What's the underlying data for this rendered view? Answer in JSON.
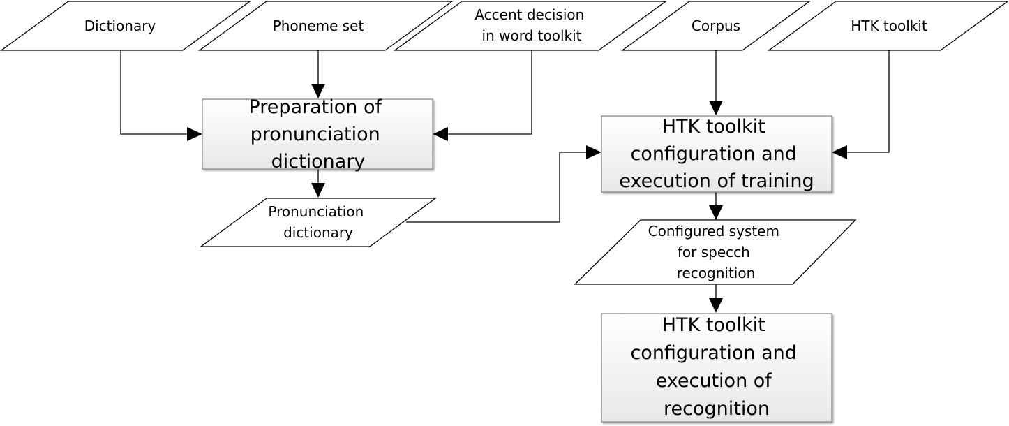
{
  "inputs": {
    "dictionary": [
      "Dictionary"
    ],
    "phoneme_set": [
      "Phoneme set"
    ],
    "accent_decision": [
      "Accent decision",
      "in word toolkit"
    ],
    "corpus": [
      "Corpus"
    ],
    "htk_toolkit": [
      "HTK toolkit"
    ]
  },
  "processes": {
    "preparation": [
      "Preparation of",
      "pronunciation",
      "dictionary"
    ],
    "training": [
      "HTK toolkit",
      "configuration and",
      "execution of training"
    ],
    "recognition": [
      "HTK toolkit",
      "configuration and",
      "execution of",
      "recognition"
    ]
  },
  "outputs": {
    "pronunciation_dictionary": [
      "Pronunciation",
      "dictionary"
    ],
    "configured_system": [
      "Configured system",
      "for specch",
      "recognition"
    ]
  },
  "colors": {
    "line": "#000000",
    "process_fill_top": "#ffffff",
    "process_fill_bottom": "#e8e8e8",
    "process_border": "#8c8c8c",
    "io_fill": "#ffffff"
  }
}
